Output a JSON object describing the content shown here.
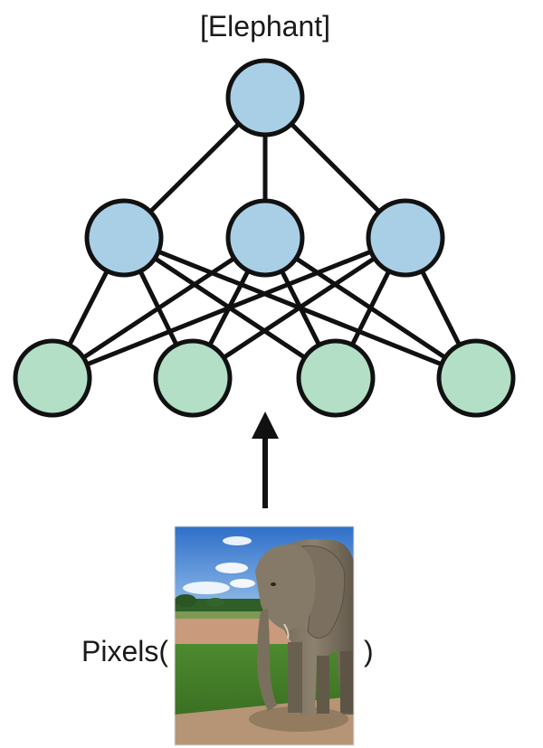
{
  "output_label": "[Elephant]",
  "input_label_prefix": "Pixels(",
  "input_label_suffix": ")",
  "colors": {
    "output_node": "#a9cfe6",
    "hidden_node": "#a9cfe6",
    "input_node": "#b2dfc6",
    "stroke": "#111111"
  },
  "layers": {
    "output": 1,
    "hidden": 3,
    "input": 4
  }
}
